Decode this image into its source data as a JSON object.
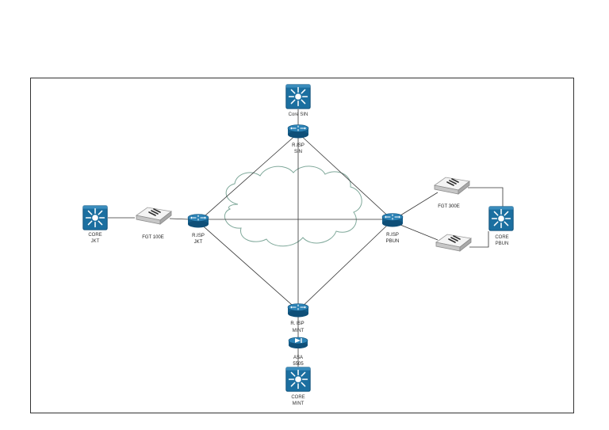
{
  "colors": {
    "device_blue": "#1b6fa0",
    "device_blue_dark": "#0f4f78",
    "firewall_grey": "#d7d7d7",
    "cloud_stroke": "#7fa89a",
    "link": "#333333"
  },
  "nodes": {
    "core_sin": {
      "lines": [
        "Core SIN"
      ],
      "icon": "layer3-switch-icon"
    },
    "r_isp_sin": {
      "lines": [
        "R.ISP",
        "SIN"
      ],
      "icon": "router-icon"
    },
    "core_jkt": {
      "lines": [
        "CORE",
        "JKT"
      ],
      "icon": "layer3-switch-icon"
    },
    "fgt_100e": {
      "lines": [
        "FGT 100E"
      ],
      "icon": "firewall-appliance-icon"
    },
    "r_isp_jkt": {
      "lines": [
        "R.ISP",
        "JKT"
      ],
      "icon": "router-icon"
    },
    "r_isp_pbun": {
      "lines": [
        "R.ISP",
        "PBUN"
      ],
      "icon": "router-icon"
    },
    "fgt_300e": {
      "lines": [
        "FGT 300E"
      ],
      "icon": "firewall-appliance-icon"
    },
    "fgt_300e_b": {
      "lines": [],
      "icon": "firewall-appliance-icon"
    },
    "core_pbun": {
      "lines": [
        "CORE",
        "PBUN"
      ],
      "icon": "layer3-switch-icon"
    },
    "r_isp_mint": {
      "lines": [
        "R. ISP",
        "MINT"
      ],
      "icon": "router-icon"
    },
    "asa_5505": {
      "lines": [
        "ASA",
        "5505"
      ],
      "icon": "asa-firewall-icon"
    },
    "core_mint": {
      "lines": [
        "CORE",
        "MINT"
      ],
      "icon": "layer3-switch-icon"
    }
  }
}
